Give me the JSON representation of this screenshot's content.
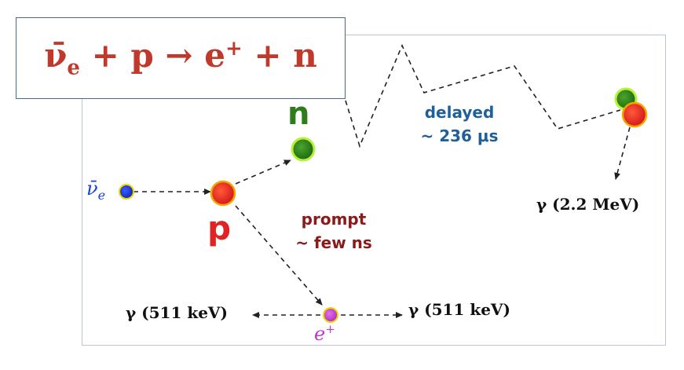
{
  "equation": {
    "nu": "ν̄",
    "nu_sub": "e",
    "plus1": "+",
    "p": "p",
    "arrow": "→",
    "e": "e",
    "e_sup": "+",
    "plus2": "+",
    "n": "n"
  },
  "particles": {
    "antineutrino": {
      "symbol": "ν̄",
      "sub": "e",
      "color": "#1a3fd6"
    },
    "proton": {
      "label": "p",
      "color": "#e02424"
    },
    "neutron": {
      "label": "n",
      "color": "#2e7d1a"
    },
    "positron": {
      "symbol": "e",
      "sup": "+",
      "color": "#b83ac8"
    }
  },
  "labels": {
    "delayed_1": "delayed",
    "delayed_2": "~ 236 μs",
    "prompt_1": "prompt",
    "prompt_2": "~ few ns",
    "gamma_capture": "γ (2.2 MeV)",
    "gamma_left": "γ (511 keV)",
    "gamma_right": "γ (511 keV)"
  },
  "colors": {
    "delayed": "#1f5f9a",
    "prompt": "#8b1a1a",
    "equation": "#c0392b"
  }
}
